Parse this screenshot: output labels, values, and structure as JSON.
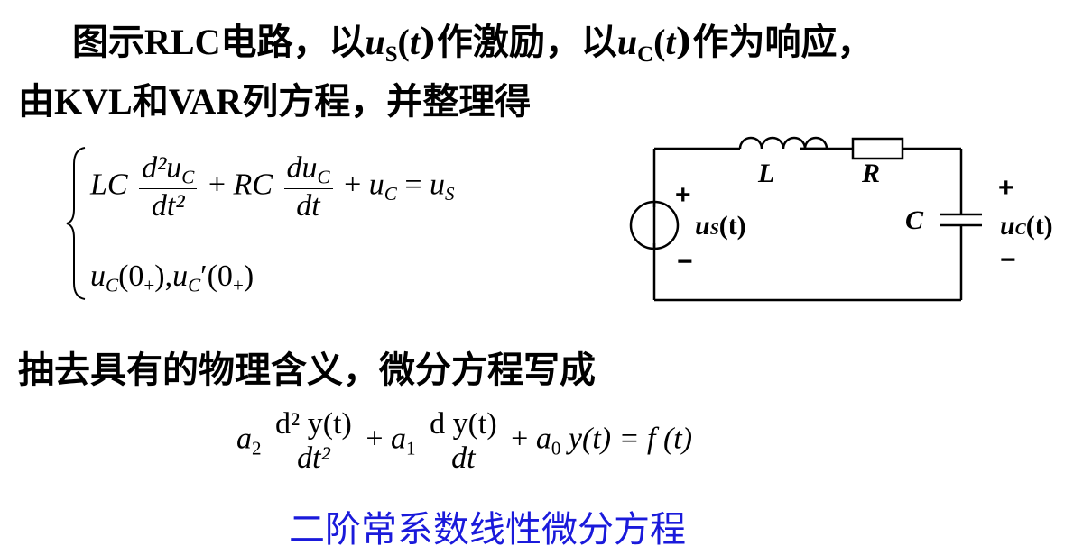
{
  "intro": {
    "p1": "图示",
    "p2": "RLC",
    "p3": "电路，以",
    "p4": "u",
    "p5": "S",
    "p6": "(",
    "p7": "t",
    "p8": ")作激励，以",
    "p9": "u",
    "p10": "C",
    "p11": "(",
    "p12": "t",
    "p13": ")作为响应，",
    "p14": "由",
    "p15": "KVL",
    "p16": "和",
    "p17": "VAR",
    "p18": "列方程，并整理得"
  },
  "equation_system": {
    "eq1_lc": "LC",
    "eq1_frac1_num": "d²u",
    "eq1_frac1_num_sub": "C",
    "eq1_frac1_den": "dt²",
    "eq1_plus1": "+",
    "eq1_rc": "RC",
    "eq1_frac2_num": "du",
    "eq1_frac2_num_sub": "C",
    "eq1_frac2_den": "dt",
    "eq1_plus2": "+",
    "eq1_uc": "u",
    "eq1_uc_sub": "C",
    "eq1_eq": "=",
    "eq1_us": "u",
    "eq1_us_sub": "S",
    "eq2_a": "u",
    "eq2_a_sub": "C",
    "eq2_b": "(0",
    "eq2_b_sub": "+",
    "eq2_c": "),",
    "eq2_d": "u",
    "eq2_d_sub": "C",
    "eq2_e": "′(0",
    "eq2_e_sub": "+",
    "eq2_f": ")"
  },
  "circuit": {
    "L": "L",
    "R": "R",
    "C": "C",
    "us": "u",
    "us_sub": "S",
    "us_t": "(t)",
    "uc": "u",
    "uc_sub": "C",
    "uc_t": "(t)",
    "plus": "+",
    "minus": "−"
  },
  "abstract_text": "抽去具有的物理含义，微分方程写成",
  "general_equation": {
    "a2": "a",
    "a2_sub": "2",
    "f1_num": "d² y(t)",
    "f1_den": "dt²",
    "plus1": "+",
    "a1": "a",
    "a1_sub": "1",
    "f2_num": "d y(t)",
    "f2_den": "dt",
    "plus2": "+",
    "a0": "a",
    "a0_sub": "0",
    "rest": "y(t) = f (t)"
  },
  "conclusion": "二阶常系数线性微分方程",
  "colors": {
    "text": "#000000",
    "conclusion": "#1a1adb"
  }
}
